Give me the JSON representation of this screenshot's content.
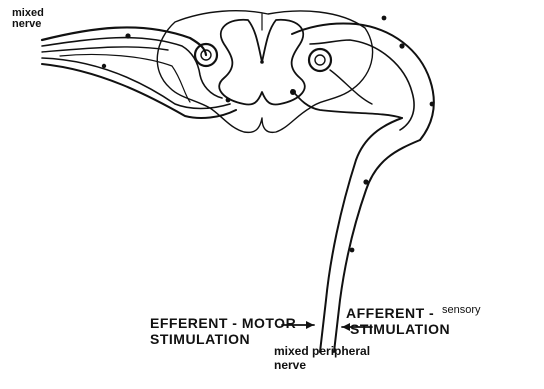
{
  "labels": {
    "mixed_nerve_top": "mixed\nnerve",
    "efferent_line1": "EFFERENT - MOTOR",
    "efferent_line2": "STIMULATION",
    "afferent_line1": "AFFERENT -",
    "afferent_sensory": "sensory",
    "afferent_line2": "STIMULATION",
    "mixed_peripheral_line1": "mixed peripheral",
    "mixed_peripheral_line2": "nerve"
  },
  "colors": {
    "ink": "#111111",
    "background": "#ffffff"
  }
}
